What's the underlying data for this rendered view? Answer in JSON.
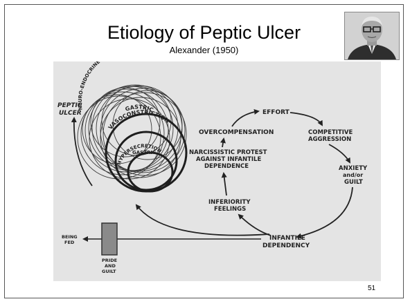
{
  "slide": {
    "title": "Etiology of Peptic Ulcer",
    "subtitle": "Alexander (1950)",
    "page_number": "51"
  },
  "diagram": {
    "cycle": {
      "effort": "EFFORT",
      "competitive_line1": "COMPETITIVE",
      "competitive_line2": "AGGRESSION",
      "anxiety_line1": "ANXIETY",
      "anxiety_line2": "and/or",
      "anxiety_line3": "GUILT",
      "dependency_line1": "INFANTILE",
      "dependency_line2": "DEPENDENCY",
      "inferiority_line1": "INFERIORITY",
      "inferiority_line2": "FEELINGS",
      "narcissistic_line1": "NARCISSISTIC PROTEST",
      "narcissistic_line2": "AGAINST INFANTILE",
      "narcissistic_line3": "DEPENDENCE",
      "overcompensation": "OVERCOMPENSATION"
    },
    "circles": {
      "neuro_endocrine": "NEURO-ENDOCRINE SYSTEMS",
      "gastric": "GASTRIC",
      "vasoconstriction": "VASOCONSTRICTION",
      "gastric_hyper_line1": "GASTRIC",
      "gastric_hyper_line2": "HYPERSECRETION"
    },
    "peptic_ulcer_line1": "PEPTIC",
    "peptic_ulcer_line2": "ULCER",
    "being_fed_line1": "BEING",
    "being_fed_line2": "FED",
    "pride_line1": "PRIDE",
    "pride_line2": "AND",
    "pride_line3": "GUILT"
  }
}
